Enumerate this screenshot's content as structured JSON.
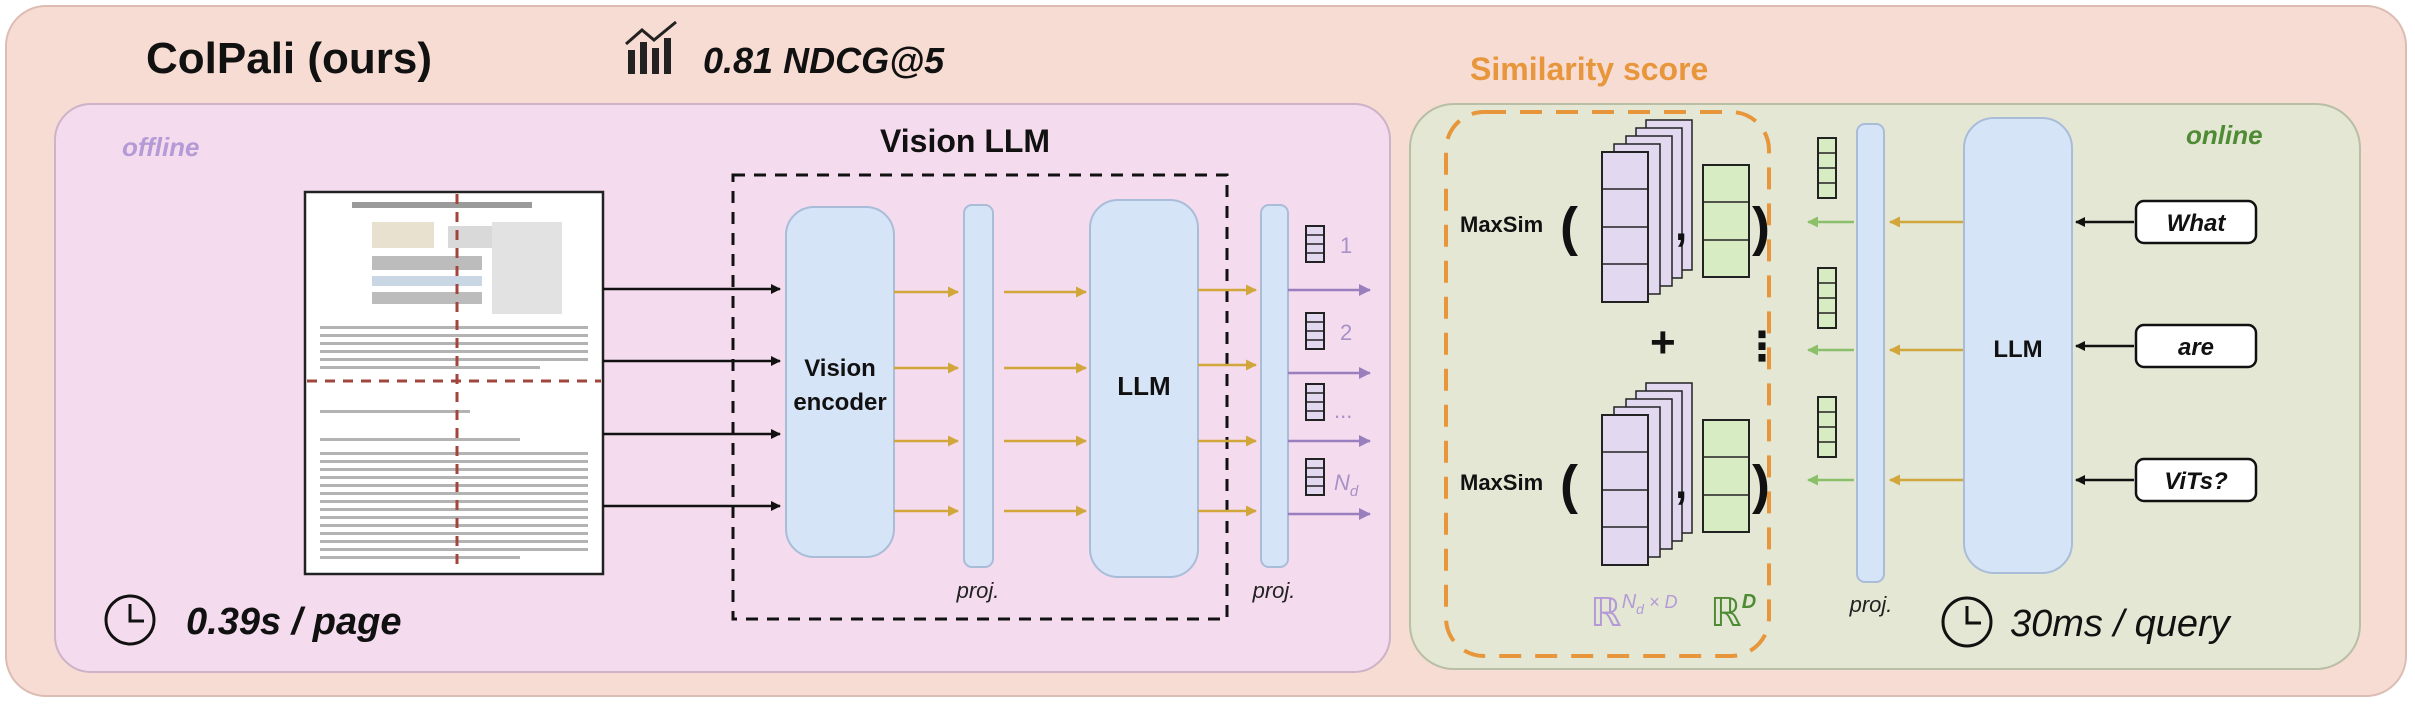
{
  "header": {
    "title": "ColPali (ours)",
    "metric": "0.81 NDCG@5",
    "metric_icon": "chart-bar-icon"
  },
  "offline": {
    "label": "offline",
    "vision_llm_label": "Vision LLM",
    "vision_encoder_label_line1": "Vision",
    "vision_encoder_label_line2": "encoder",
    "llm_label": "LLM",
    "proj_label_1": "proj.",
    "proj_label_2": "proj.",
    "token_labels": [
      "1",
      "2",
      "...",
      "N"
    ],
    "token_label_subscript": "d",
    "timing": "0.39s / page"
  },
  "similarity": {
    "label": "Similarity score",
    "maxsim_1": "MaxSim",
    "maxsim_2": "MaxSim",
    "paren_open": "(",
    "paren_close": ")",
    "comma": ",",
    "plus": "+",
    "ellipsis": "⋮",
    "space_doc": "ℝ",
    "space_doc_exp": "N",
    "space_doc_exp_sub": "d",
    "space_doc_exp_rest": " × D",
    "space_query": "ℝ",
    "space_query_exp": "D"
  },
  "online": {
    "label": "online",
    "llm_label": "LLM",
    "proj_label": "proj.",
    "query_tokens": [
      "What",
      "are",
      "ViTs?"
    ],
    "timing": "30ms / query"
  },
  "colors": {
    "outer_bg": "#f7dcd3",
    "offline_bg": "#f4dcee",
    "online_bg": "#e3e7d4",
    "block_blue": "#d6e4f7",
    "arrow_gold": "#d1a63b",
    "arrow_purple": "#9a7fbf",
    "arrow_green": "#8bbf6a",
    "doc_token": "#e2d8f0",
    "query_token": "#d8ecc4",
    "similarity_orange": "#e8963c",
    "offline_label": "#b49ad6",
    "online_label": "#4f8a34",
    "dashed_red": "#a0463c"
  }
}
